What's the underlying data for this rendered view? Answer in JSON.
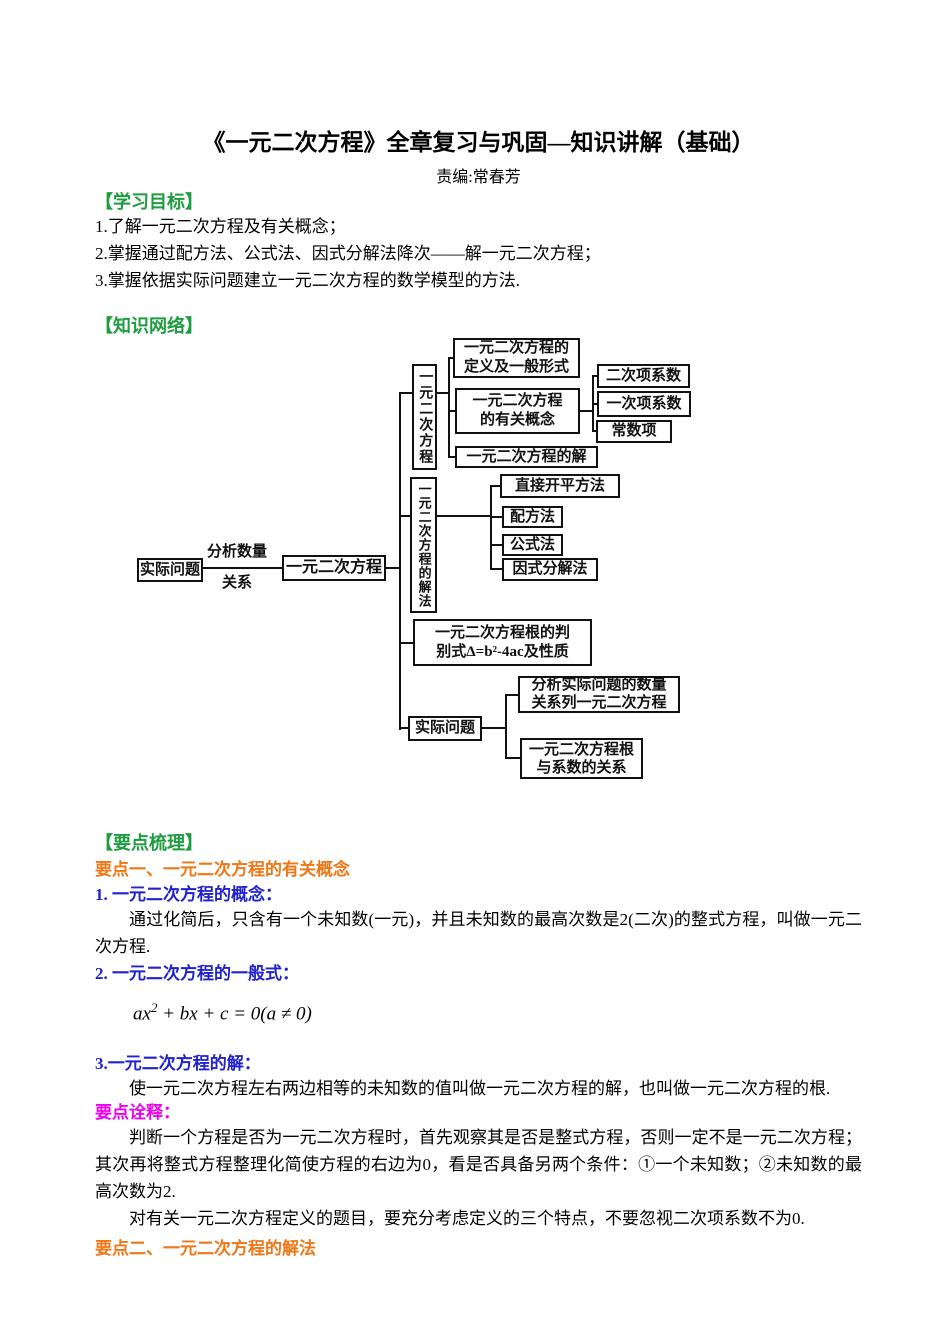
{
  "header": {
    "title": "《一元二次方程》全章复习与巩固—知识讲解（基础）",
    "editor": "责编:常春芳"
  },
  "colors": {
    "heading_green": "#1E9C40",
    "subheading_orange": "#EE7718",
    "subheading_blue": "#2222CC",
    "note_magenta": "#EE00EE",
    "body_text": "#000000",
    "diagram_ink": "#111111"
  },
  "goals": {
    "heading": "【学习目标】",
    "items": [
      "1.了解一元二次方程及有关概念；",
      "2.掌握通过配方法、公式法、因式分解法降次——解一元二次方程；",
      "3.掌握依据实际问题建立一元二次方程的数学模型的方法."
    ]
  },
  "network": {
    "heading": "【知识网络】",
    "diagram": {
      "root": "实际问题",
      "edge_label1": "分析数量",
      "edge_label2": "关系",
      "center": "一元二次方程",
      "branch1": {
        "label": "一元二次方程",
        "definition": "一元二次方程的\n定义及一般形式",
        "concepts": "一元二次方程\n的有关概念",
        "solution": "一元二次方程的解",
        "coefficients": [
          "二次项系数",
          "一次项系数",
          "常数项"
        ]
      },
      "branch2": {
        "label": "一元二次方程的解法",
        "methods": [
          "直接开平方法",
          "配方法",
          "公式法",
          "因式分解法"
        ]
      },
      "branch3": {
        "label": "一元二次方程根的判\n别式Δ=b²-4ac及性质"
      },
      "branch4": {
        "label": "实际问题",
        "children": [
          "分析实际问题的数量\n关系列一元二次方程",
          "一元二次方程根\n与系数的关系"
        ]
      }
    }
  },
  "keypoints": {
    "heading": "【要点梳理】",
    "point1": {
      "heading": "要点一、一元二次方程的有关概念",
      "sub1_heading": "1.  一元二次方程的概念：",
      "sub1_text": "通过化简后，只含有一个未知数(一元)，并且未知数的最高次数是2(二次)的整式方程，叫做一元二次方程.",
      "sub2_heading": "2.  一元二次方程的一般式：",
      "formula": {
        "base": "ax",
        "sup": "2",
        "rest": " + bx + c = 0(a ≠ 0)"
      },
      "sub3_heading": "3.一元二次方程的解：",
      "sub3_text": "使一元二次方程左右两边相等的未知数的值叫做一元二次方程的解，也叫做一元二次方程的根.",
      "note_heading": "要点诠释：",
      "note1": "判断一个方程是否为一元二次方程时，首先观察其是否是整式方程，否则一定不是一元二次方程；其次再将整式方程整理化简使方程的右边为0，看是否具备另两个条件：①一个未知数；②未知数的最高次数为2.",
      "note2": "对有关一元二次方程定义的题目，要充分考虑定义的三个特点，不要忽视二次项系数不为0."
    },
    "point2_heading": "要点二、一元二次方程的解法"
  }
}
